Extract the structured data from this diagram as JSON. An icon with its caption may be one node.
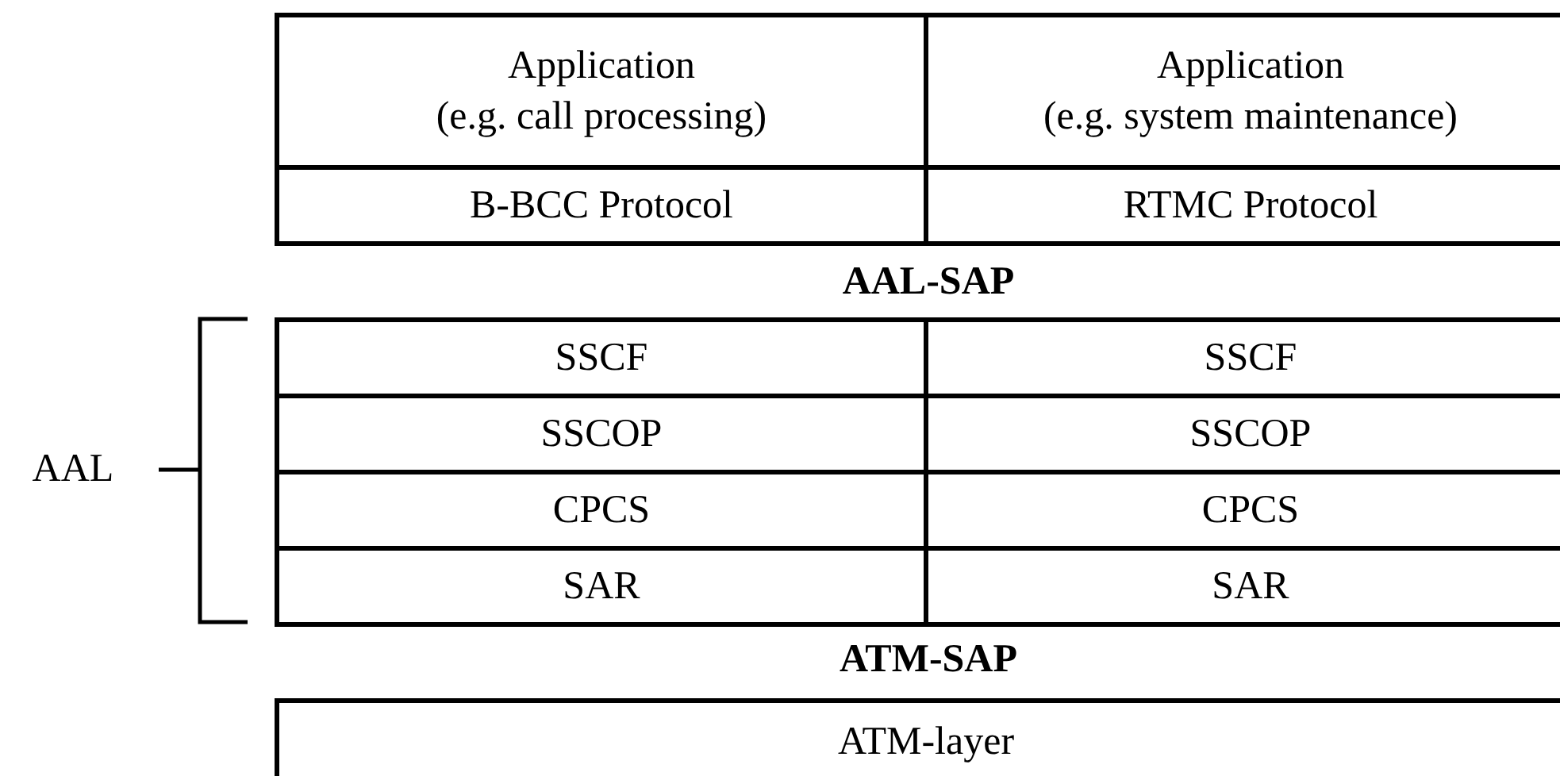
{
  "diagram": {
    "nodes": [
      {
        "text": [
          "Application",
          "(e.g. call processing)"
        ]
      },
      {
        "text": [
          "Application",
          "(e.g. system maintenance)"
        ]
      },
      {
        "text": [
          "B-BCC Protocol"
        ]
      },
      {
        "text": [
          "RTMC Protocol"
        ]
      },
      {
        "text": [
          "SSCF"
        ]
      },
      {
        "text": [
          "SSCF"
        ]
      },
      {
        "text": [
          "SSCOP"
        ]
      },
      {
        "text": [
          "SSCOP"
        ]
      },
      {
        "text": [
          "CPCS"
        ]
      },
      {
        "text": [
          "CPCS"
        ]
      },
      {
        "text": [
          "SAR"
        ]
      },
      {
        "text": [
          "SAR"
        ]
      },
      {
        "text": [
          "ATM-layer"
        ]
      }
    ],
    "labels": [
      "AAL-SAP",
      "AAL",
      "ATM-SAP"
    ]
  }
}
